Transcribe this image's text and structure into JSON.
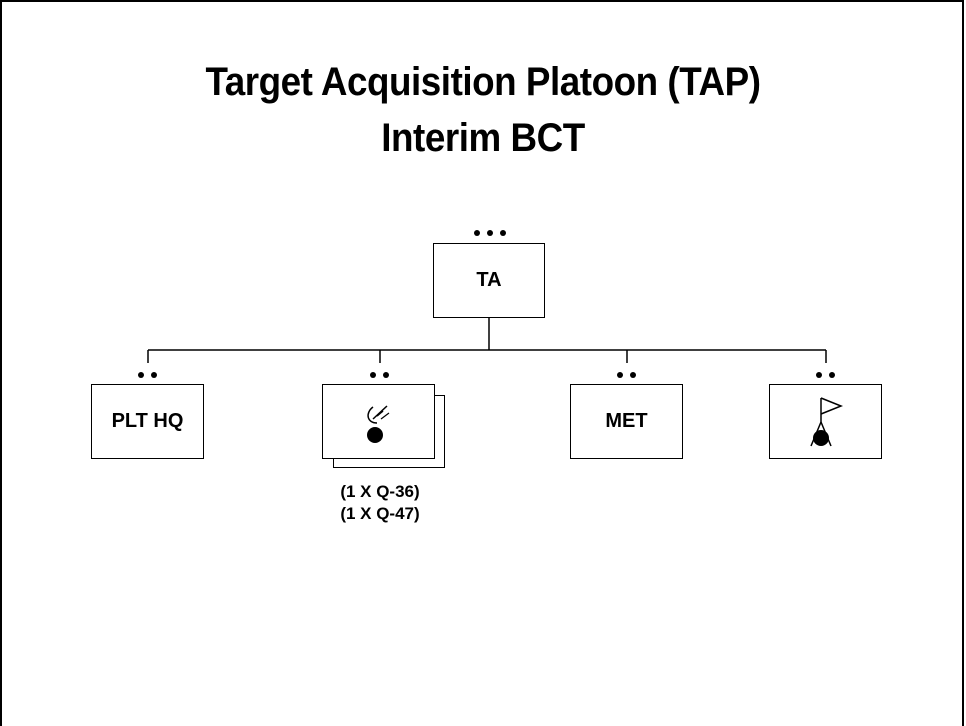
{
  "title": {
    "line1": "Target Acquisition Platoon (TAP)",
    "line2": "Interim BCT"
  },
  "nodes": {
    "root": {
      "label": "TA"
    },
    "plt_hq": {
      "label": "PLT HQ"
    },
    "radar": {
      "label": "",
      "icon": "radar-icon",
      "captions": [
        "(1 X Q-36)",
        "(1 X Q-47)"
      ]
    },
    "met": {
      "label": "MET"
    },
    "survey": {
      "label": "",
      "icon": "survey-flag-icon"
    }
  }
}
